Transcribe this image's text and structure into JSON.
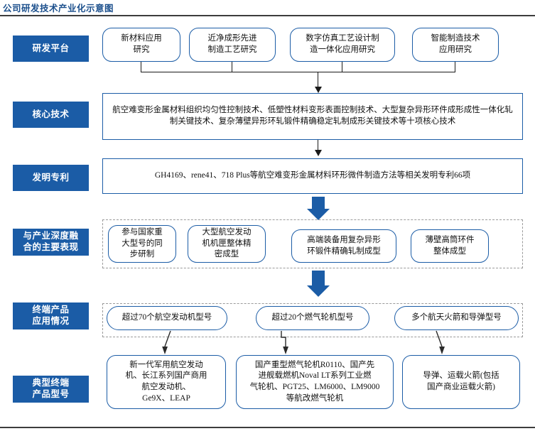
{
  "page": {
    "title": "公司研发技术产业化示意图",
    "accent_blue": "#1B5CA6",
    "rule_color": "#3d3d3d",
    "dashed_color": "#9a9a9a"
  },
  "rows": [
    {
      "key": "rd_platform",
      "label": "研发平台"
    },
    {
      "key": "core_tech",
      "label": "核心技术"
    },
    {
      "key": "patents",
      "label": "发明专利"
    },
    {
      "key": "integration",
      "label": "与产业深度融\n合的主要表现"
    },
    {
      "key": "applications",
      "label": "终端产品\n应用情况"
    },
    {
      "key": "typical_models",
      "label": "典型终端\n产品型号"
    }
  ],
  "rd_platform": {
    "items": [
      {
        "text": "新材料应用\n研究"
      },
      {
        "text": "近净成形先进\n制造工艺研究"
      },
      {
        "text": "数字仿真工艺设计制\n造一体化应用研究"
      },
      {
        "text": "智能制造技术\n应用研究"
      }
    ]
  },
  "core_tech": {
    "text": "航空难变形金属材料组织均匀性控制技术、低塑性材料变形表面控制技术、大型复杂异形环件成形成性一体化轧制关键技术、复杂薄壁异形环轧锻件精确稳定轧制成形关键技术等十项核心技术"
  },
  "patents": {
    "text": "GH4169、rene41、718 Plus等航空难变形金属材料环形微件制造方法等相关发明专利66项"
  },
  "integration": {
    "items": [
      {
        "text": "参与国家重\n大型号的同\n步研制"
      },
      {
        "text": "大型航空发动\n机机匣整体精\n密成型"
      },
      {
        "text": "高端装备用复杂异形\n环锻件精确轧制成型"
      },
      {
        "text": "薄壁高筒环件\n整体成型"
      }
    ]
  },
  "applications": {
    "items": [
      {
        "text": "超过70个航空发动机型号"
      },
      {
        "text": "超过20个燃气轮机型号"
      },
      {
        "text": "多个航天火箭和导弹型号"
      }
    ]
  },
  "typical_models": {
    "items": [
      {
        "text": "新一代军用航空发动\n机、长江系列国产商用\n航空发动机、\nGe9X、LEAP"
      },
      {
        "text": "国产重型燃气轮机R0110、国产先\n进舰载燃机Noval LT系列工业燃\n气轮机、PGT25、LM6000、LM9000\n等航改燃气轮机"
      },
      {
        "text": "导弹、运载火箭(包括\n国产商业运载火箭)"
      }
    ]
  }
}
